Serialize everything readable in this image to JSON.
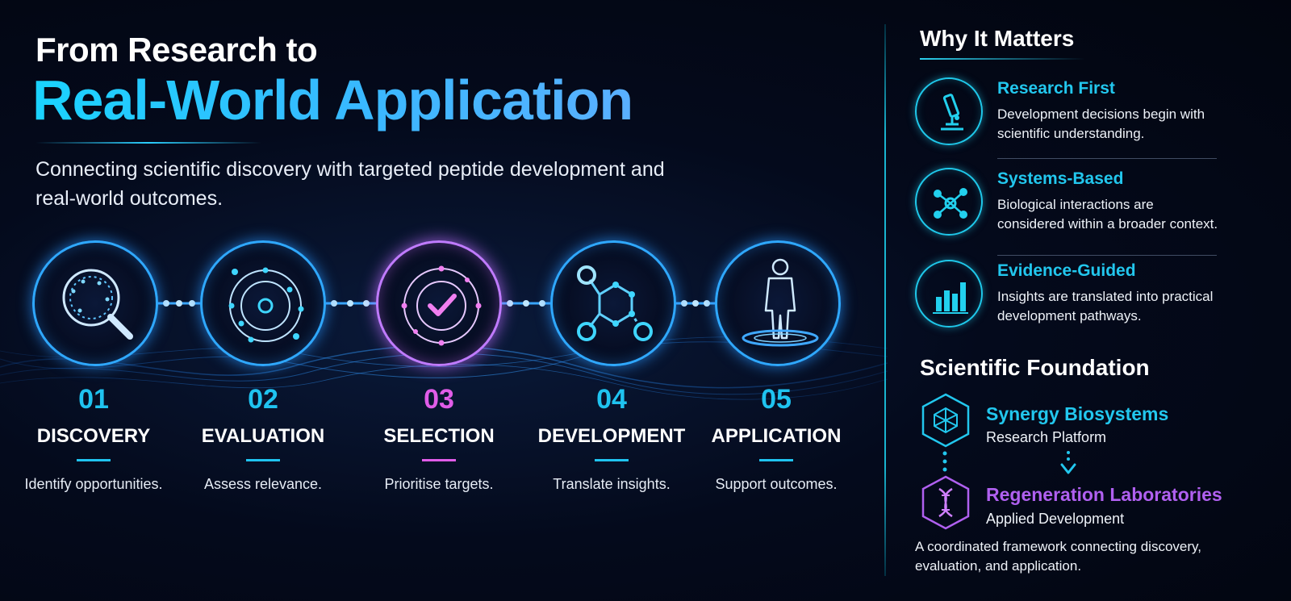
{
  "header": {
    "title_line1": "From Research to",
    "title_line2": "Real-World Application",
    "subtitle": "Connecting scientific discovery with targeted peptide development and real-world outcomes."
  },
  "steps": [
    {
      "number": "01",
      "title": "DISCOVERY",
      "description": "Identify opportunities.",
      "icon": "magnifier-icon",
      "accent": "#1fc3f0"
    },
    {
      "number": "02",
      "title": "EVALUATION",
      "description": "Assess relevance.",
      "icon": "orbit-target-icon",
      "accent": "#1fc3f0"
    },
    {
      "number": "03",
      "title": "SELECTION",
      "description": "Prioritise targets.",
      "icon": "check-target-icon",
      "accent": "#e05ce8"
    },
    {
      "number": "04",
      "title": "DEVELOPMENT",
      "description": "Translate insights.",
      "icon": "molecule-icon",
      "accent": "#1fc3f0"
    },
    {
      "number": "05",
      "title": "APPLICATION",
      "description": "Support outcomes.",
      "icon": "person-hologram-icon",
      "accent": "#1fc3f0"
    }
  ],
  "why_it_matters": {
    "title": "Why It Matters",
    "items": [
      {
        "title": "Research First",
        "description": "Development decisions begin with scientific understanding.",
        "icon": "microscope-icon"
      },
      {
        "title": "Systems-Based",
        "description": "Biological interactions are considered within a broader context.",
        "icon": "network-icon"
      },
      {
        "title": "Evidence-Guided",
        "description": "Insights are translated into practical development pathways.",
        "icon": "bar-chart-icon"
      }
    ]
  },
  "scientific_foundation": {
    "title": "Scientific Foundation",
    "entities": [
      {
        "name": "Synergy Biosystems",
        "role": "Research Platform",
        "icon": "hex-network-icon",
        "color": "#22c7ee"
      },
      {
        "name": "Regeneration Laboratories",
        "role": "Applied Development",
        "icon": "hex-dna-icon",
        "color": "#b060f0"
      }
    ],
    "footer": "A coordinated framework connecting discovery, evaluation, and application."
  }
}
